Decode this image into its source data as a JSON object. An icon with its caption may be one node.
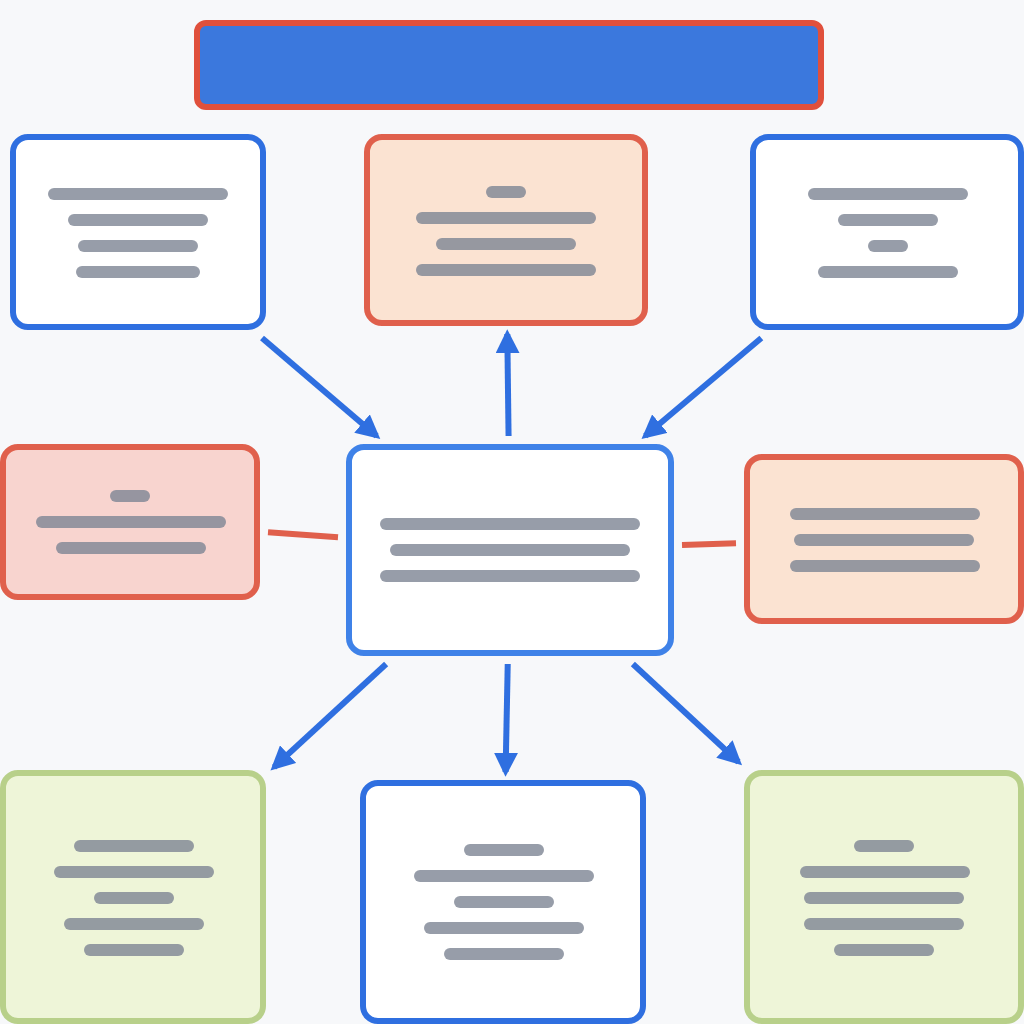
{
  "diagram": {
    "nodes": [
      {
        "text": [],
        "shape": "box"
      },
      {
        "text": [],
        "shape": "box"
      },
      {
        "text": [],
        "shape": "box"
      },
      {
        "text": [],
        "shape": "box"
      },
      {
        "text": [],
        "shape": "box"
      },
      {
        "text": [],
        "shape": "box"
      },
      {
        "text": [],
        "shape": "box"
      },
      {
        "text": [],
        "shape": "box"
      },
      {
        "text": [],
        "shape": "box"
      },
      {
        "text": [],
        "shape": "box"
      }
    ],
    "edges": [
      {
        "from": 1,
        "to": 5,
        "arrow": "to"
      },
      {
        "from": 5,
        "to": 2,
        "arrow": "to"
      },
      {
        "from": 3,
        "to": 5,
        "arrow": "to"
      },
      {
        "from": 4,
        "to": 5,
        "arrow": "none",
        "color": "#e0604c"
      },
      {
        "from": 5,
        "to": 6,
        "arrow": "none",
        "color": "#e0604c"
      },
      {
        "from": 5,
        "to": 7,
        "arrow": "to"
      },
      {
        "from": 5,
        "to": 8,
        "arrow": "to"
      },
      {
        "from": 5,
        "to": 9,
        "arrow": "to"
      }
    ]
  }
}
